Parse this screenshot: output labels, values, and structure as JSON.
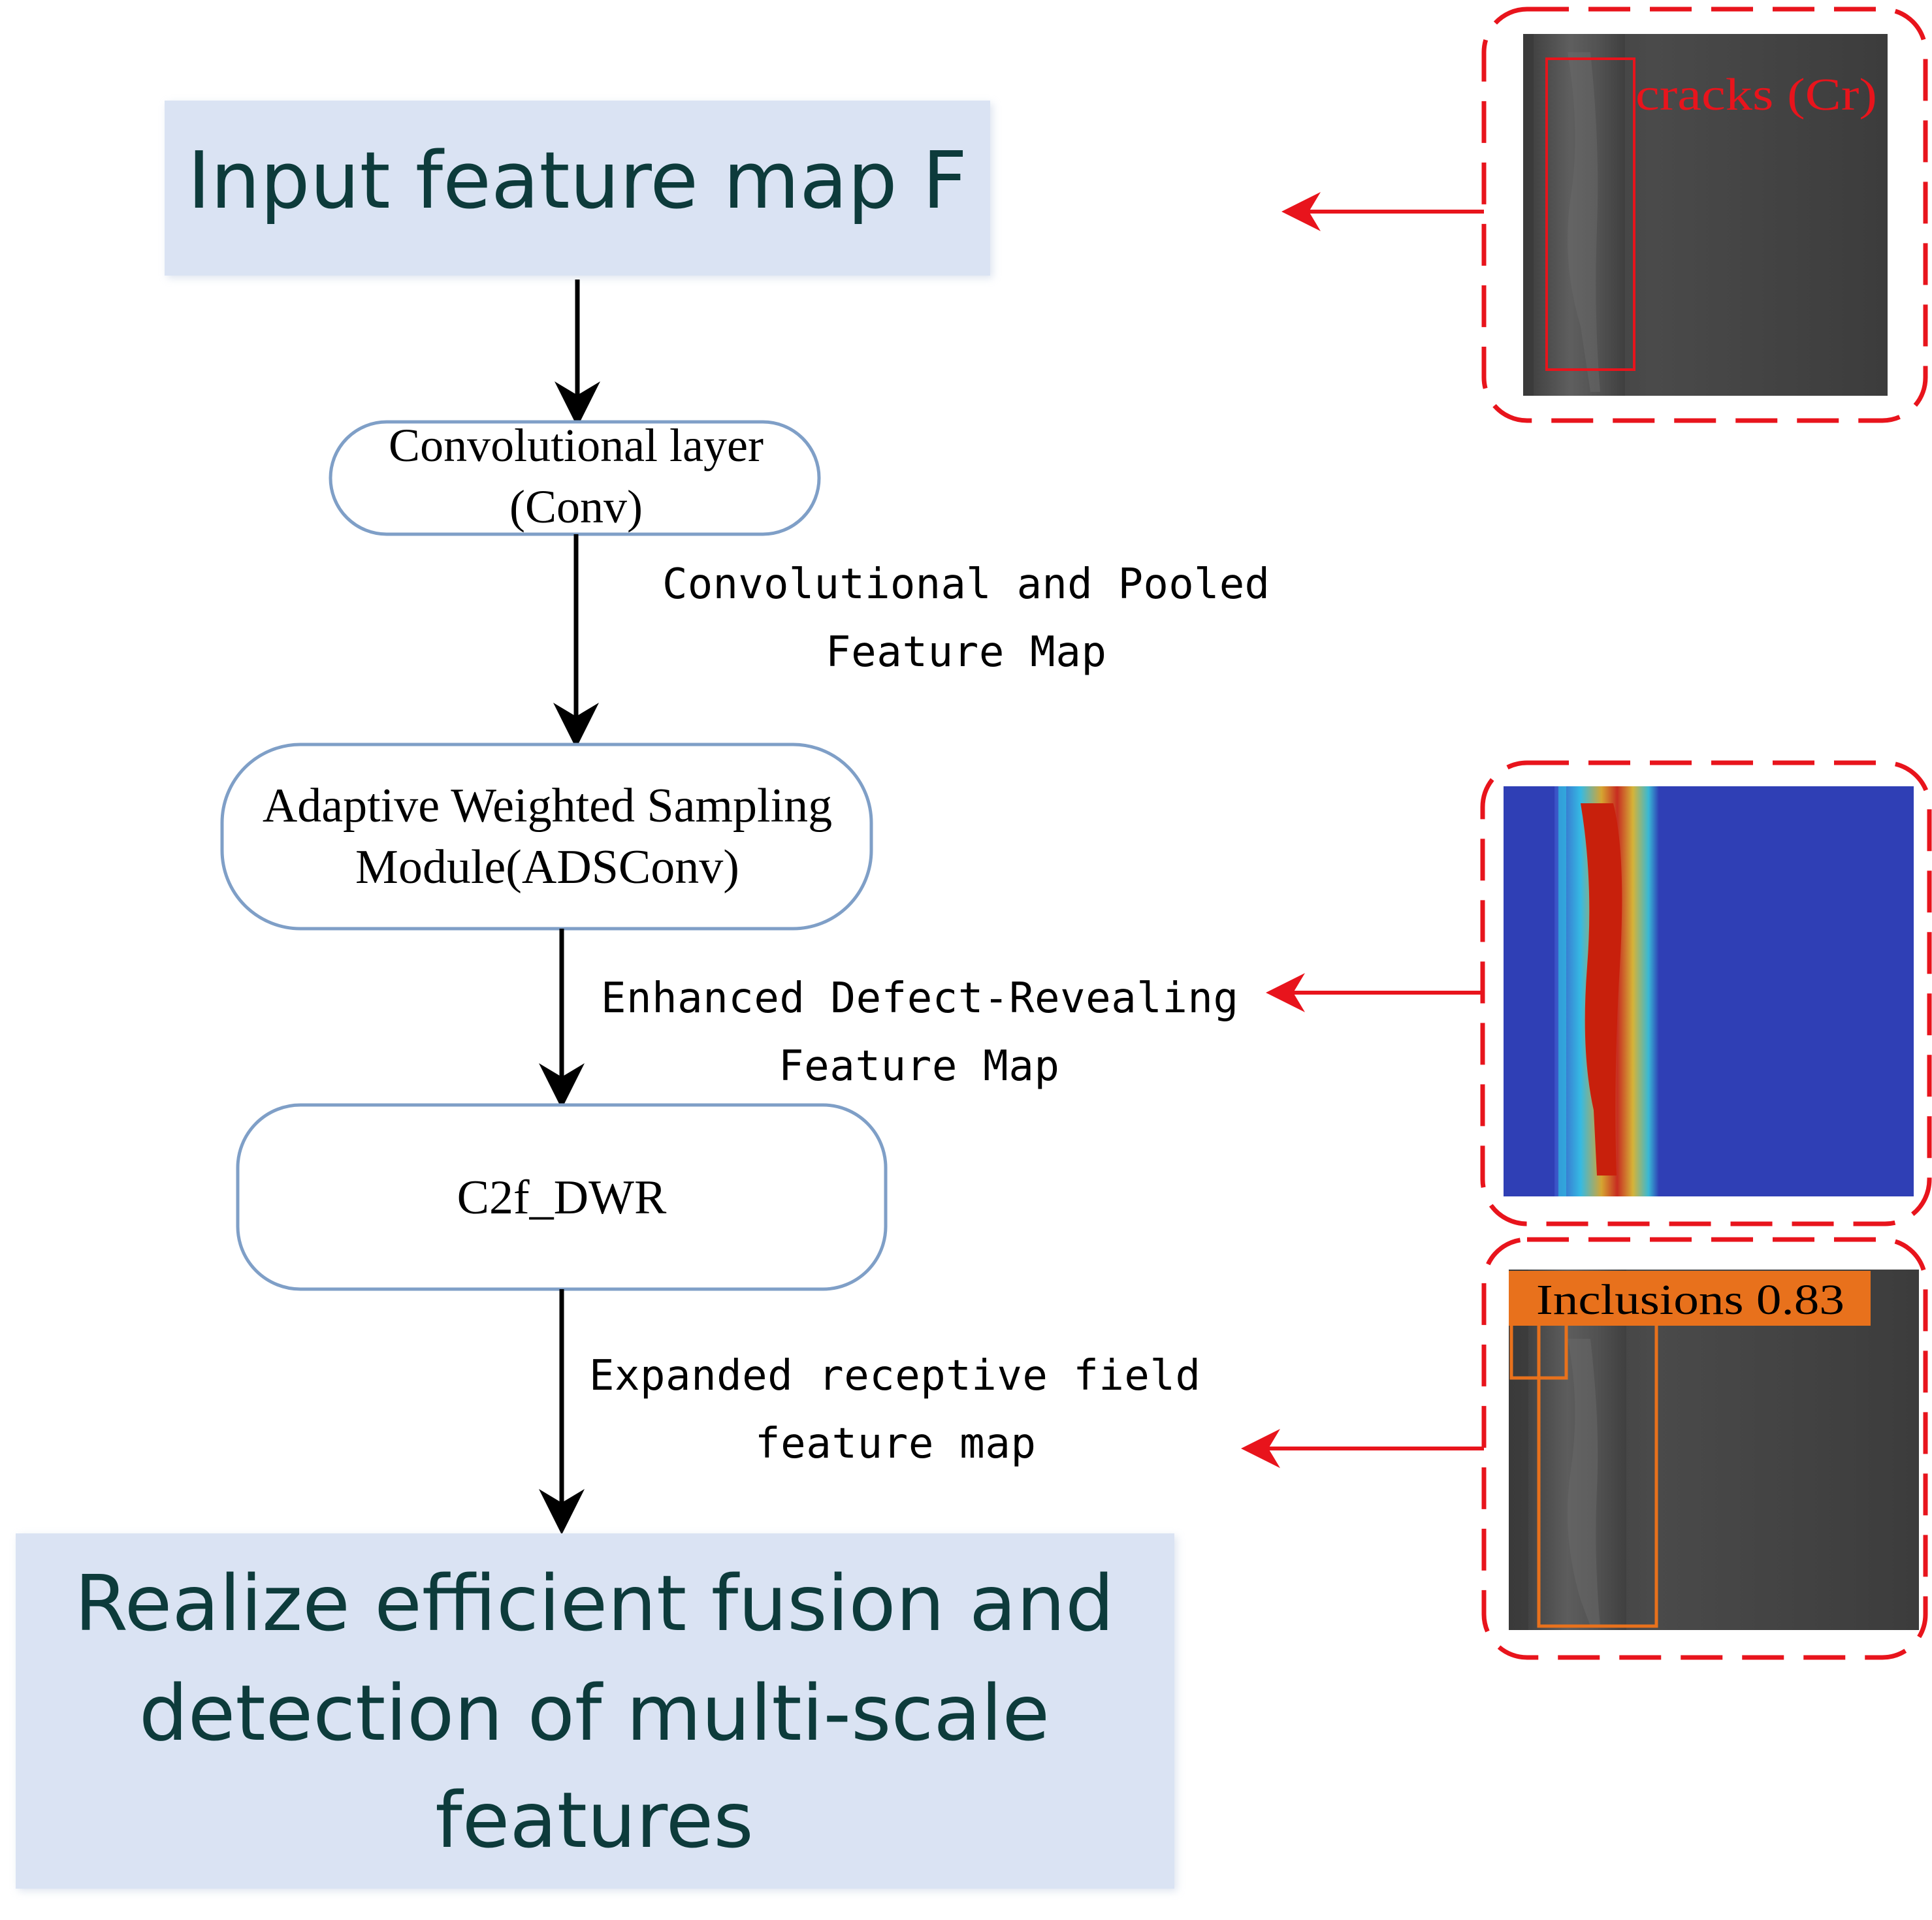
{
  "nodes": {
    "input": "Input feature map F",
    "conv_line1": "Convolutional layer",
    "conv_line2": "(Conv)",
    "ads_line1": "Adaptive Weighted Sampling",
    "ads_line2": "Module(ADSConv)",
    "c2f": "C2f_DWR",
    "output_line1": "Realize efficient fusion and",
    "output_line2": "detection of multi-scale",
    "output_line3": "features"
  },
  "edge_labels": {
    "pooled_line1": "Convolutional and Pooled",
    "pooled_line2": "Feature Map",
    "enhanced_line1": "Enhanced Defect-Revealing",
    "enhanced_line2": "Feature Map",
    "expanded_line1": "Expanded receptive field",
    "expanded_line2": "feature map"
  },
  "images": {
    "top_label": "cracks (Cr)",
    "bottom_label": "Inclusions 0.83"
  },
  "colors": {
    "node_fill": "#dae3f3",
    "node_border": "#7f9fc7",
    "node_text": "#0d3b3b",
    "arrow_black": "#000000",
    "arrow_red": "#e8141c",
    "detect_orange": "#e8711c"
  }
}
